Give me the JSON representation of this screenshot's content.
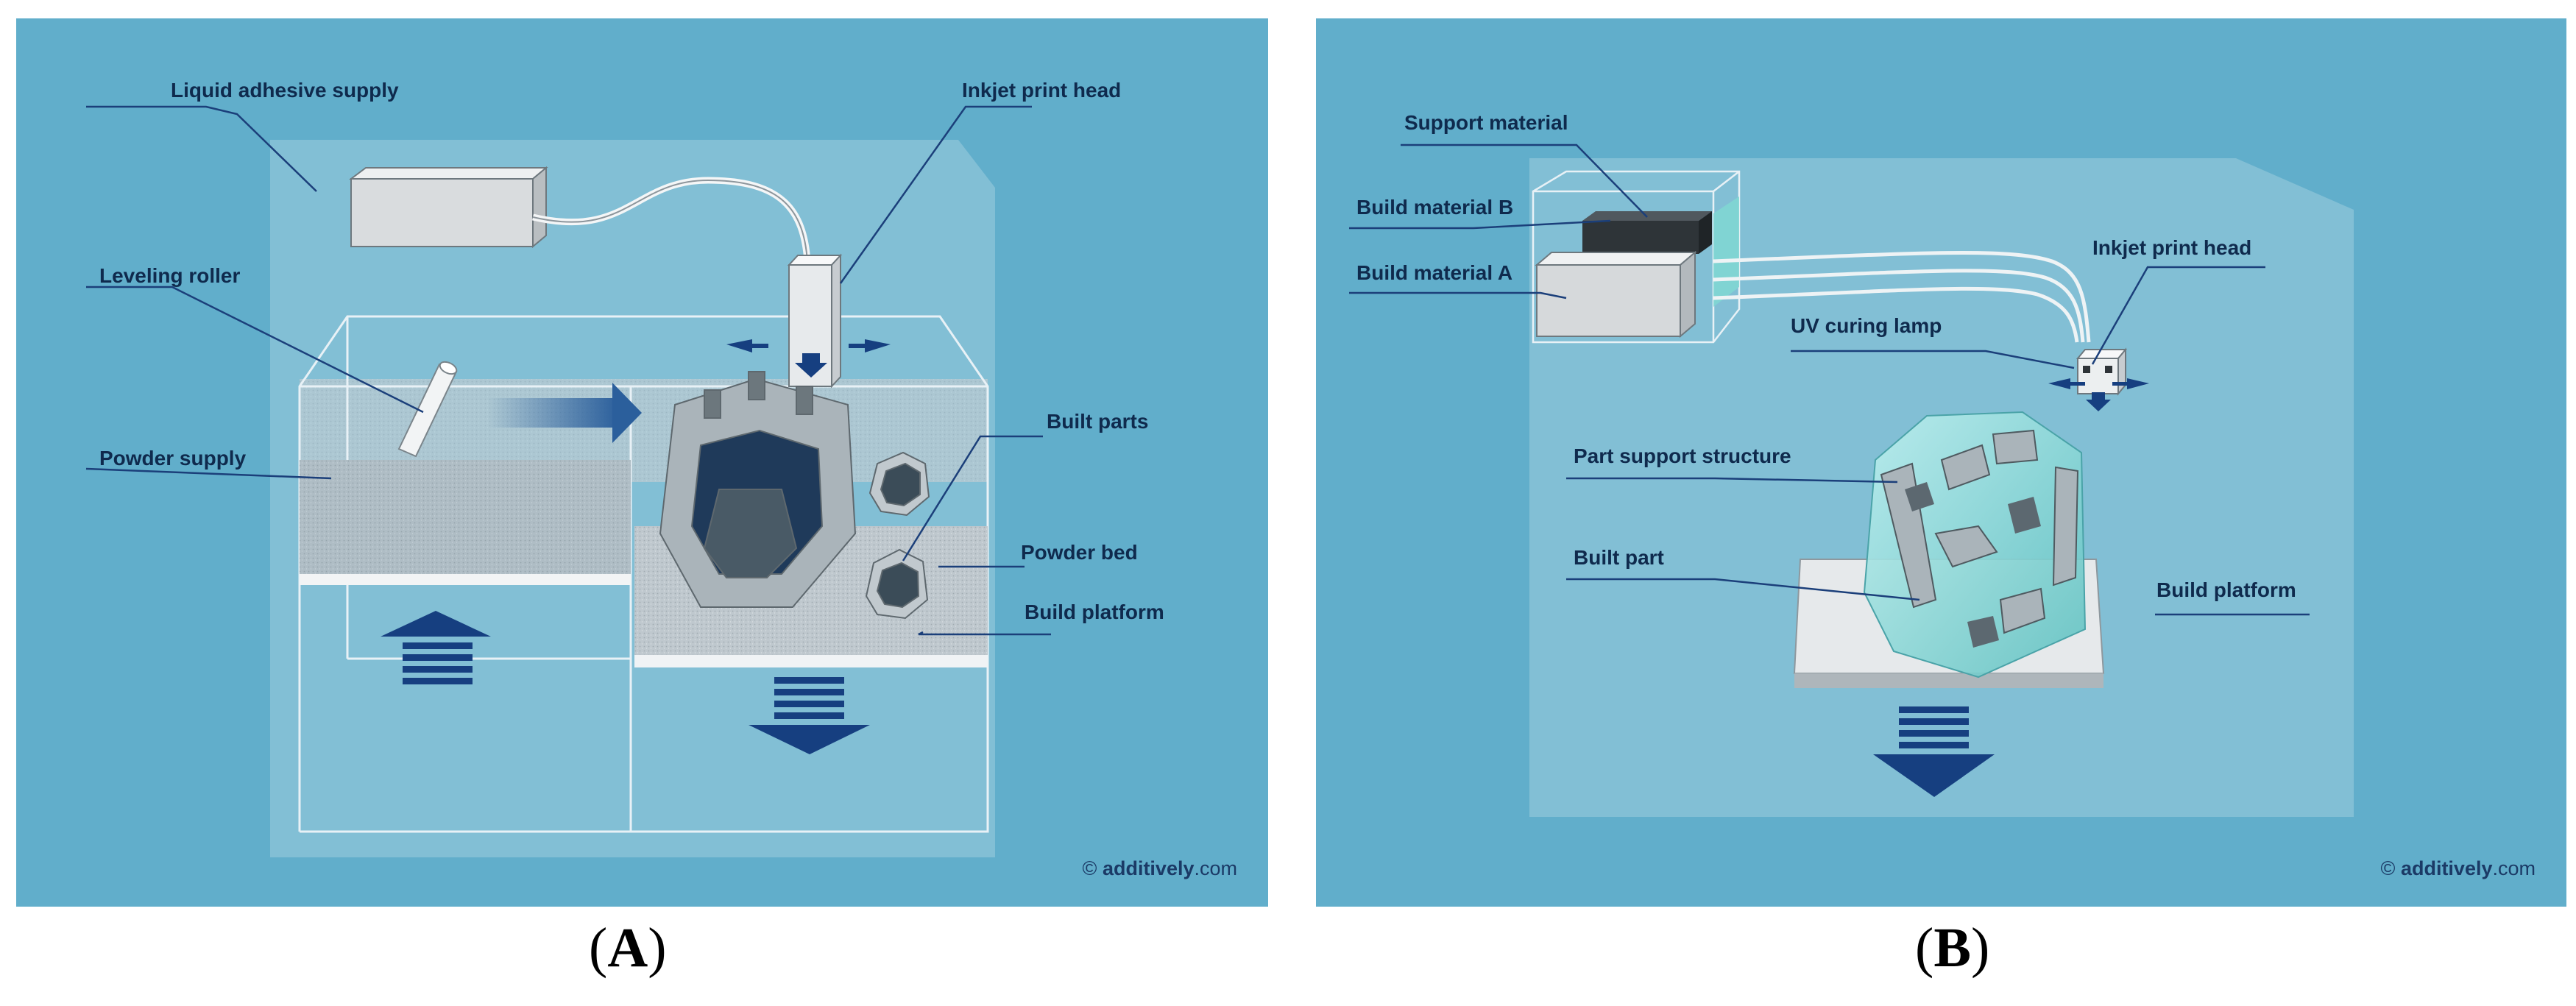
{
  "panel_a": {
    "labels": {
      "liquid_adhesive_supply": "Liquid adhesive supply",
      "inkjet_print_head": "Inkjet print head",
      "leveling_roller": "Leveling roller",
      "powder_supply": "Powder supply",
      "built_parts": "Built parts",
      "powder_bed": "Powder bed",
      "build_platform": "Build platform"
    },
    "credit": {
      "symbol": "©",
      "brand": "additively",
      "suffix": ".com"
    },
    "caption": {
      "open": "(",
      "letter": "A",
      "close": ")"
    }
  },
  "panel_b": {
    "labels": {
      "support_material": "Support material",
      "build_material_b": "Build material B",
      "build_material_a": "Build material A",
      "inkjet_print_head": "Inkjet print head",
      "uv_curing_lamp": "UV curing lamp",
      "part_support_structure": "Part support structure",
      "built_part": "Built part",
      "build_platform": "Build platform"
    },
    "credit": {
      "symbol": "©",
      "brand": "additively",
      "suffix": ".com"
    },
    "caption": {
      "open": "(",
      "letter": "B",
      "close": ")"
    }
  },
  "colors": {
    "background": "#61aecb",
    "enclosure": "#8ec4d8",
    "label_text": "#0f2a4d",
    "arrow": "#163f80",
    "leader": "#1b3f7a"
  }
}
